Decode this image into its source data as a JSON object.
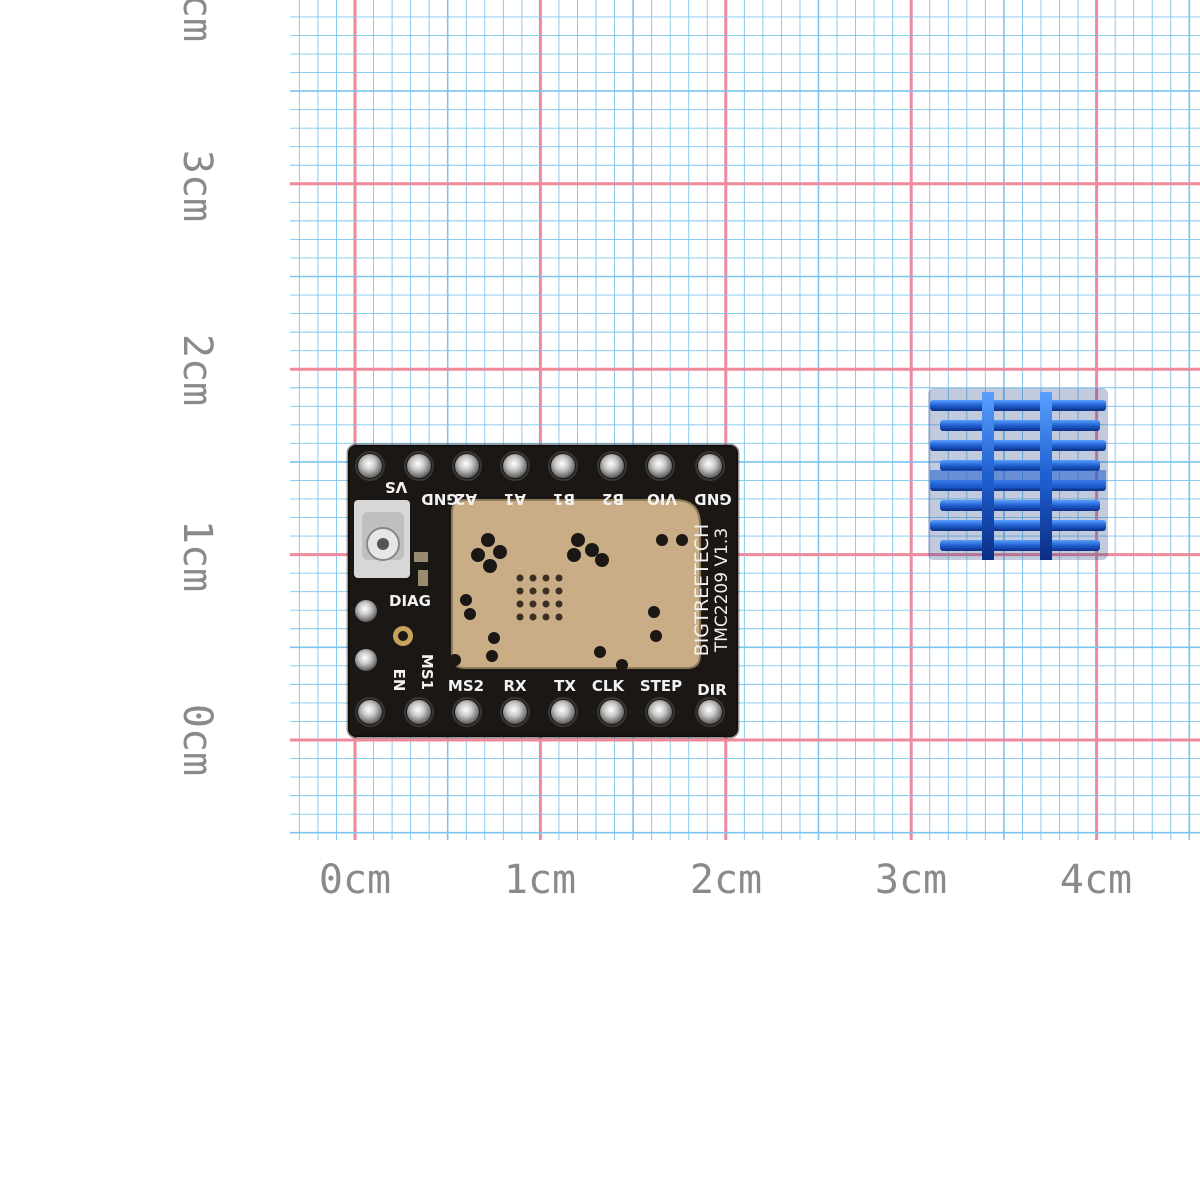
{
  "paper": {
    "grid_minor_color": "#7cc4ee",
    "grid_major_color": "#ee8a9c",
    "x_axis_labels": [
      "0cm",
      "1cm",
      "2cm",
      "3cm",
      "4cm"
    ],
    "y_axis_labels": [
      "0cm",
      "1cm",
      "2cm",
      "3cm"
    ],
    "y_axis_cropped_label": "cm"
  },
  "board": {
    "brand": "BIGTREETECH",
    "model": "TMC2209 V1.3",
    "top_pin_labels": [
      "VS",
      "GND",
      "A2",
      "A1",
      "B1",
      "B2",
      "VIO",
      "GND"
    ],
    "bottom_pin_labels": [
      "EN",
      "MS1",
      "MS2",
      "RX",
      "TX",
      "CLK",
      "STEP",
      "DIR"
    ],
    "side_label": "DIAG",
    "pcb_color": "#1a1715",
    "pad_color": "#c8ad86"
  },
  "heatsink": {
    "color": "#1f5fd0",
    "icon": "heatsink-icon"
  }
}
